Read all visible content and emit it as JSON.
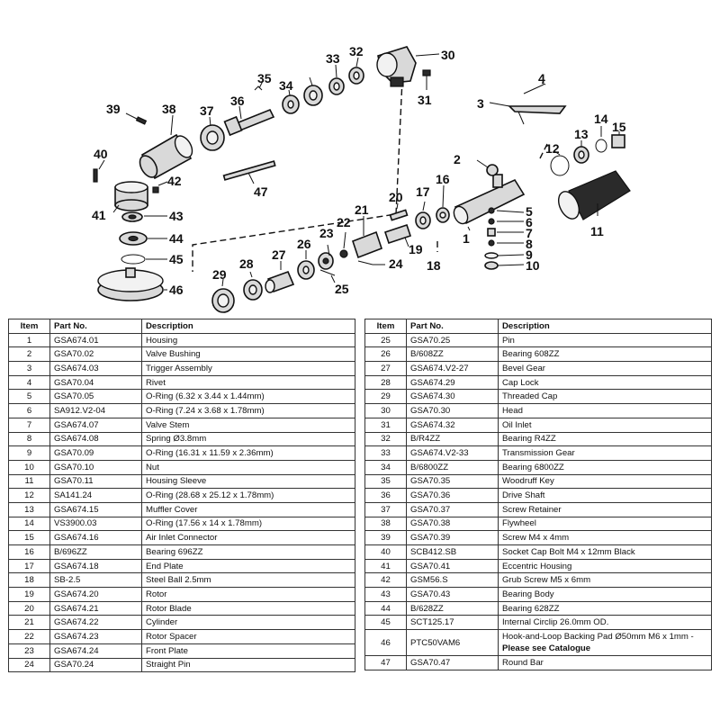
{
  "table": {
    "headers": [
      "Item",
      "Part No.",
      "Description"
    ],
    "left_rows": [
      {
        "item": "1",
        "part_no": "GSA674.01",
        "description": "Housing"
      },
      {
        "item": "2",
        "part_no": "GSA70.02",
        "description": "Valve Bushing"
      },
      {
        "item": "3",
        "part_no": "GSA674.03",
        "description": "Trigger Assembly"
      },
      {
        "item": "4",
        "part_no": "GSA70.04",
        "description": "Rivet"
      },
      {
        "item": "5",
        "part_no": "GSA70.05",
        "description": "O-Ring (6.32 x 3.44 x 1.44mm)"
      },
      {
        "item": "6",
        "part_no": "SA912.V2-04",
        "description": "O-Ring (7.24 x 3.68 x 1.78mm)"
      },
      {
        "item": "7",
        "part_no": "GSA674.07",
        "description": "Valve Stem"
      },
      {
        "item": "8",
        "part_no": "GSA674.08",
        "description": "Spring Ø3.8mm"
      },
      {
        "item": "9",
        "part_no": "GSA70.09",
        "description": "O-Ring (16.31 x 11.59 x 2.36mm)"
      },
      {
        "item": "10",
        "part_no": "GSA70.10",
        "description": "Nut"
      },
      {
        "item": "11",
        "part_no": "GSA70.11",
        "description": "Housing Sleeve"
      },
      {
        "item": "12",
        "part_no": "SA141.24",
        "description": "O-Ring (28.68 x 25.12 x 1.78mm)"
      },
      {
        "item": "13",
        "part_no": "GSA674.15",
        "description": "Muffler Cover"
      },
      {
        "item": "14",
        "part_no": "VS3900.03",
        "description": "O-Ring (17.56 x 14 x 1.78mm)"
      },
      {
        "item": "15",
        "part_no": "GSA674.16",
        "description": "Air Inlet Connector"
      },
      {
        "item": "16",
        "part_no": "B/696ZZ",
        "description": "Bearing 696ZZ"
      },
      {
        "item": "17",
        "part_no": "GSA674.18",
        "description": "End Plate"
      },
      {
        "item": "18",
        "part_no": "SB-2.5",
        "description": "Steel Ball 2.5mm"
      },
      {
        "item": "19",
        "part_no": "GSA674.20",
        "description": "Rotor"
      },
      {
        "item": "20",
        "part_no": "GSA674.21",
        "description": "Rotor Blade"
      },
      {
        "item": "21",
        "part_no": "GSA674.22",
        "description": "Cylinder"
      },
      {
        "item": "22",
        "part_no": "GSA674.23",
        "description": "Rotor Spacer"
      },
      {
        "item": "23",
        "part_no": "GSA674.24",
        "description": "Front Plate"
      },
      {
        "item": "24",
        "part_no": "GSA70.24",
        "description": "Straight Pin"
      }
    ],
    "right_rows": [
      {
        "item": "25",
        "part_no": "GSA70.25",
        "description": "Pin"
      },
      {
        "item": "26",
        "part_no": "B/608ZZ",
        "description": "Bearing 608ZZ"
      },
      {
        "item": "27",
        "part_no": "GSA674.V2-27",
        "description": "Bevel Gear"
      },
      {
        "item": "28",
        "part_no": "GSA674.29",
        "description": "Cap Lock"
      },
      {
        "item": "29",
        "part_no": "GSA674.30",
        "description": "Threaded Cap"
      },
      {
        "item": "30",
        "part_no": "GSA70.30",
        "description": "Head"
      },
      {
        "item": "31",
        "part_no": "GSA674.32",
        "description": "Oil Inlet"
      },
      {
        "item": "32",
        "part_no": "B/R4ZZ",
        "description": "Bearing R4ZZ"
      },
      {
        "item": "33",
        "part_no": "GSA674.V2-33",
        "description": "Transmission Gear"
      },
      {
        "item": "34",
        "part_no": "B/6800ZZ",
        "description": "Bearing 6800ZZ"
      },
      {
        "item": "35",
        "part_no": "GSA70.35",
        "description": "Woodruff Key"
      },
      {
        "item": "36",
        "part_no": "GSA70.36",
        "description": "Drive Shaft"
      },
      {
        "item": "37",
        "part_no": "GSA70.37",
        "description": "Screw Retainer"
      },
      {
        "item": "38",
        "part_no": "GSA70.38",
        "description": "Flywheel"
      },
      {
        "item": "39",
        "part_no": "GSA70.39",
        "description": "Screw M4 x 4mm"
      },
      {
        "item": "40",
        "part_no": "SCB412.SB",
        "description": "Socket Cap Bolt M4 x 12mm Black"
      },
      {
        "item": "41",
        "part_no": "GSA70.41",
        "description": "Eccentric Housing"
      },
      {
        "item": "42",
        "part_no": "GSM56.S",
        "description": "Grub Screw M5 x 6mm"
      },
      {
        "item": "43",
        "part_no": "GSA70.43",
        "description": "Bearing Body"
      },
      {
        "item": "44",
        "part_no": "B/628ZZ",
        "description": "Bearing 628ZZ"
      },
      {
        "item": "45",
        "part_no": "SCT125.17",
        "description": "Internal Circlip 26.0mm OD."
      },
      {
        "item": "46",
        "part_no": "PTC50VAM6",
        "description": "Hook-and-Loop Backing Pad Ø50mm M6 x 1mm -",
        "note": "Please see Catalogue"
      },
      {
        "item": "47",
        "part_no": "GSA70.47",
        "description": "Round Bar"
      }
    ]
  },
  "callouts": [
    "1",
    "2",
    "3",
    "4",
    "5",
    "6",
    "7",
    "8",
    "9",
    "10",
    "11",
    "12",
    "13",
    "14",
    "15",
    "16",
    "17",
    "18",
    "19",
    "20",
    "21",
    "22",
    "23",
    "24",
    "25",
    "26",
    "27",
    "28",
    "29",
    "30",
    "31",
    "32",
    "33",
    "34",
    "35",
    "36",
    "37",
    "38",
    "39",
    "40",
    "41",
    "42",
    "43",
    "44",
    "45",
    "46",
    "47"
  ]
}
